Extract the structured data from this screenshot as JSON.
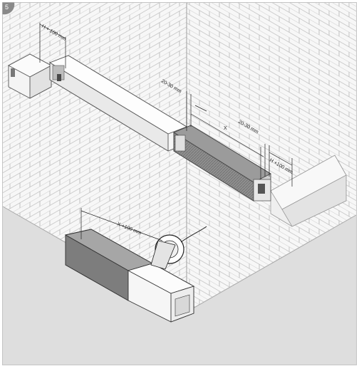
{
  "step_number": "5",
  "dimensions": {
    "h_top_left": "H + 100 mm",
    "gap_left": "20-30 mm",
    "x_span": "X",
    "gap_right": "20-30 mm",
    "h_right": "H +100 mm",
    "x_lower": "X +100 mm"
  },
  "colors": {
    "brick_line": "#b5b5b5",
    "wall_face": "#f4f4f4",
    "floor": "#dcdcdc",
    "duct_light": "#f7f7f7",
    "duct_dark": "#9a9a9a",
    "badge": "#8a8a8a"
  }
}
